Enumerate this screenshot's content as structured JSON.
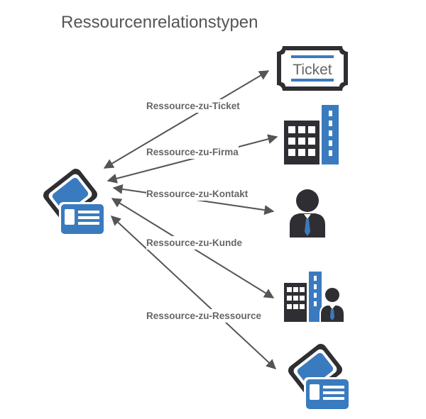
{
  "diagram": {
    "title": "Ressourcenrelationstypen",
    "ticket_icon_text": "Ticket",
    "relations": [
      {
        "label": "Ressource-zu-Ticket"
      },
      {
        "label": "Ressource-zu-Firma"
      },
      {
        "label": "Ressource-zu-Kontakt"
      },
      {
        "label": "Ressource-zu-Kunde"
      },
      {
        "label": "Ressource-zu-Ressource"
      }
    ],
    "colors": {
      "blue": "#3a7bbf",
      "dark": "#2f2f33",
      "arrow": "#555555",
      "label": "#666666"
    },
    "icons": {
      "source": "resource-card-icon",
      "targets": [
        "ticket-icon",
        "company-building-icon",
        "contact-person-icon",
        "customer-icon",
        "resource-card-icon"
      ]
    }
  }
}
